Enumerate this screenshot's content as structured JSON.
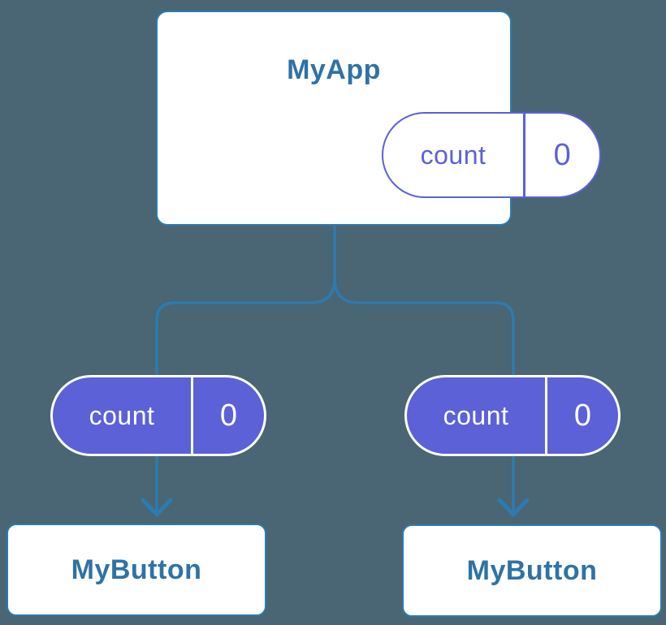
{
  "diagram": {
    "root": {
      "label": "MyApp",
      "state": {
        "name": "count",
        "value": "0"
      }
    },
    "children": [
      {
        "label": "MyButton",
        "prop": {
          "name": "count",
          "value": "0"
        }
      },
      {
        "label": "MyButton",
        "prop": {
          "name": "count",
          "value": "0"
        }
      }
    ]
  },
  "colors": {
    "background": "#4a6573",
    "connector": "#2c7bb1",
    "card_border": "#2c7bb1",
    "card_fill": "#ffffff",
    "label_text": "#2e73a4",
    "pill_indigo": "#5c61d8",
    "pill_text_light": "#ffffff"
  }
}
